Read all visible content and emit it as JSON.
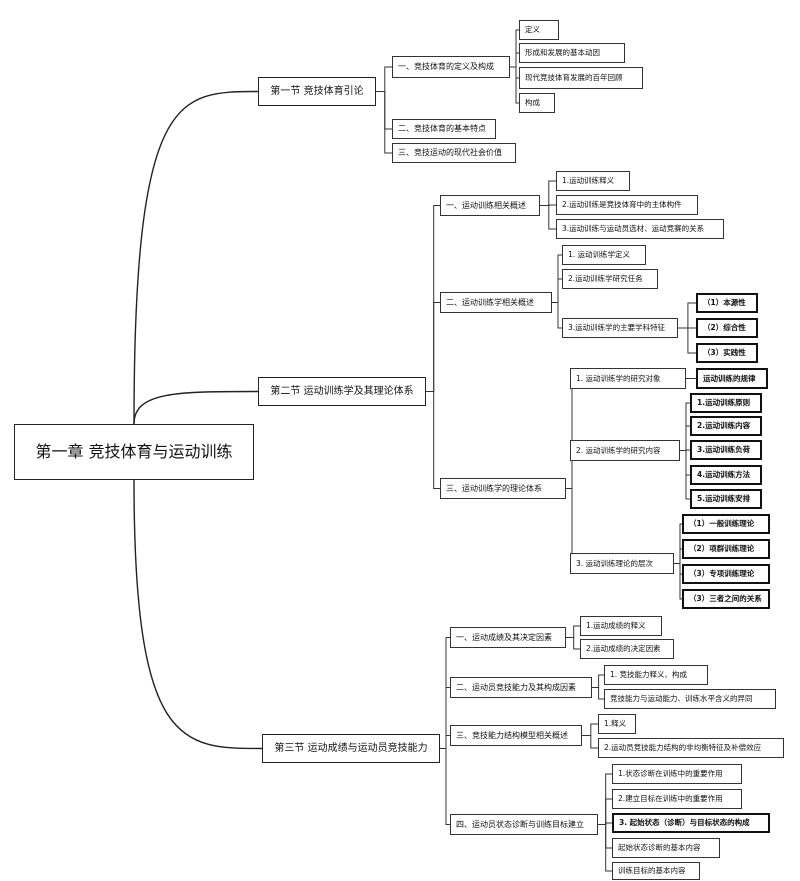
{
  "root": {
    "label": "第一章 竞技体育与运动训练"
  },
  "sections": [
    {
      "label": "第一节 竞技体育引论",
      "children": [
        {
          "label": "一、竞技体育的定义及构成",
          "children": [
            {
              "label": "定义"
            },
            {
              "label": "形成和发展的基本动因"
            },
            {
              "label": "现代竞技体育发展的百年回顾"
            },
            {
              "label": "构成"
            }
          ]
        },
        {
          "label": "二、竞技体育的基本特点"
        },
        {
          "label": "三、竞技运动的现代社会价值"
        }
      ]
    },
    {
      "label": "第二节 运动训练学及其理论体系",
      "children": [
        {
          "label": "一、运动训练相关概述",
          "children": [
            {
              "label": "1.运动训练释义"
            },
            {
              "label": "2.运动训练是竞技体育中的主体构件"
            },
            {
              "label": "3.运动训练与运动员选材、运动竞赛的关系"
            }
          ]
        },
        {
          "label": "二、运动训练学相关概述",
          "children": [
            {
              "label": "1. 运动训练学定义"
            },
            {
              "label": "2.运动训练学研究任务"
            },
            {
              "label": "3.运动训练学的主要学科特征",
              "children": [
                {
                  "label": "（1）本源性"
                },
                {
                  "label": "（2）综合性"
                },
                {
                  "label": "（3）实践性"
                }
              ]
            }
          ]
        },
        {
          "label": "三、运动训练学的理论体系",
          "children": [
            {
              "label": "1. 运动训练学的研究对象",
              "children": [
                {
                  "label": "运动训练的规律"
                }
              ]
            },
            {
              "label": "2. 运动训练学的研究内容",
              "children": [
                {
                  "label": "1.运动训练原则"
                },
                {
                  "label": "2.运动训练内容"
                },
                {
                  "label": "3.运动训练负荷"
                },
                {
                  "label": "4.运动训练方法"
                },
                {
                  "label": "5.运动训练安排"
                }
              ]
            },
            {
              "label": "3. 运动训练理论的层次",
              "children": [
                {
                  "label": "（1）一般训练理论"
                },
                {
                  "label": "（2）项群训练理论"
                },
                {
                  "label": "（3）专项训练理论"
                },
                {
                  "label": "（3）三者之间的关系"
                }
              ]
            }
          ]
        }
      ]
    },
    {
      "label": "第三节 运动成绩与运动员竞技能力",
      "children": [
        {
          "label": "一、运动成绩及其决定因素",
          "children": [
            {
              "label": "1.运动成绩的释义"
            },
            {
              "label": "2.运动成绩的决定因素"
            }
          ]
        },
        {
          "label": "二、运动员竞技能力及其构成因素",
          "children": [
            {
              "label": "1. 竞技能力释义、构成"
            },
            {
              "label": "竞技能力与运动能力、训练水平含义的异同"
            }
          ]
        },
        {
          "label": "三、竞技能力结构模型相关概述",
          "children": [
            {
              "label": "1.释义"
            },
            {
              "label": "2.运动员竞技能力结构的非均衡特征及补偿效应"
            }
          ]
        },
        {
          "label": "四、运动员状态诊断与训练目标建立",
          "children": [
            {
              "label": "1.状态诊断在训练中的重要作用"
            },
            {
              "label": "2.建立目标在训练中的重要作用"
            },
            {
              "label": "3. 起始状态（诊断）与目标状态的构成"
            },
            {
              "label": "起始状态诊断的基本内容"
            },
            {
              "label": "训练目标的基本内容"
            }
          ]
        }
      ]
    }
  ]
}
